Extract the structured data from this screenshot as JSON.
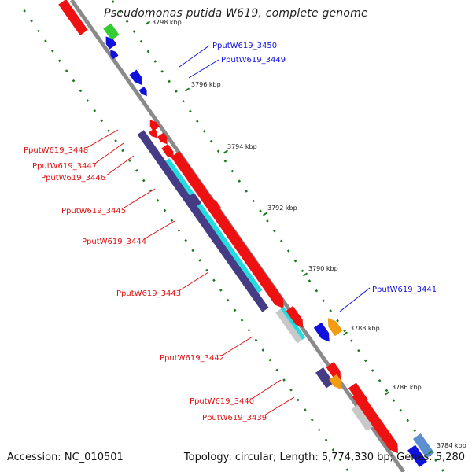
{
  "title": "Pseudomonas putida W619, complete genome",
  "accession_label": "Accession:",
  "accession": "NC_010501",
  "summary": "Topology: circular; Length: 5,774,330 bp; Genes: 5,280",
  "colors": {
    "backbone": "#8a8a8a",
    "tick": "#1a7a1a",
    "gene_red": "#ee1111",
    "gene_green": "#33cc33",
    "gene_blue": "#1111dd",
    "gene_navy": "#463c86",
    "gene_cyan": "#22dddd",
    "gene_orange": "#f39c12",
    "gene_grey": "#c8c8c8",
    "label_red": "#dd1111",
    "label_blue": "#1111dd"
  },
  "scale_labels": [
    "3798 kbp",
    "3796 kbp",
    "3794 kbp",
    "3792 kbp",
    "3790 kbp",
    "3788 kbp",
    "3786 kbp",
    "3784 kbp"
  ],
  "gene_labels": [
    "PputW619_3450",
    "PputW619_3449",
    "PputW619_3448",
    "PputW619_3447",
    "PputW619_3446",
    "PputW619_3445",
    "PputW619_3444",
    "PputW619_3443",
    "PputW619_3442",
    "PputW619_3441",
    "PputW619_3440",
    "PputW619_3439"
  ]
}
